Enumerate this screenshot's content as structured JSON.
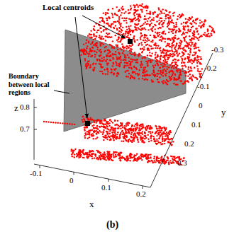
{
  "diagram": {
    "caption": "(b)",
    "labels": [
      "Local centroids",
      "Boundary between local regions",
      "z",
      "0.8",
      "0.7",
      "-0.1",
      "0",
      "0.1",
      "0.2",
      "x",
      "-0.3",
      "-0.2",
      "-0.1",
      "0",
      "0.1",
      "0.2",
      "0.3",
      "y"
    ]
  }
}
